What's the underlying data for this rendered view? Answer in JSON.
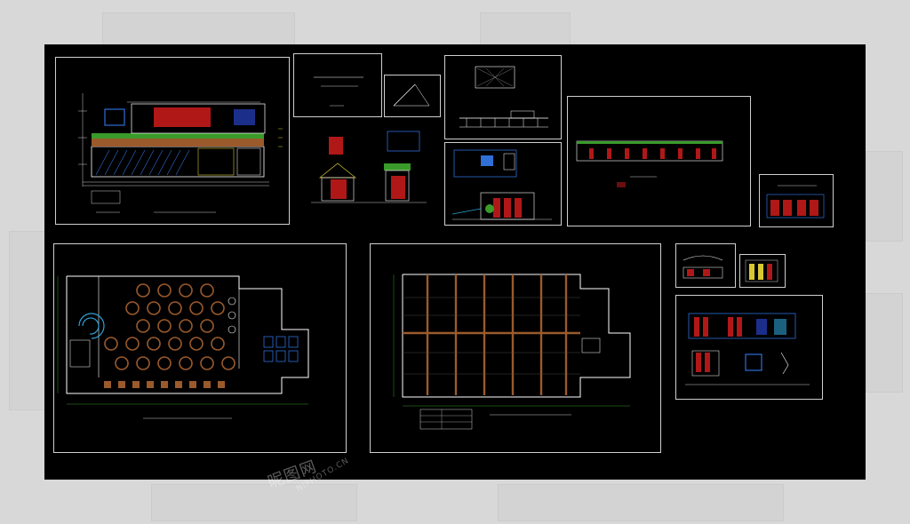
{
  "watermark": {
    "logo_text": "昵图网",
    "url_text": "NIPHOTO.CN"
  },
  "colors": {
    "canvas_bg": "#000000",
    "sheet_border": "#d0d0d0",
    "wall": "#ffffff",
    "accent_red": "#b01818",
    "accent_brown": "#9a5a2c",
    "accent_green": "#3a9a2a",
    "accent_blue": "#2f6fd6",
    "accent_magenta": "#c03090",
    "accent_yellow": "#d8c830"
  },
  "sheets": [
    {
      "id": "front-elevation",
      "kind": "elevation"
    },
    {
      "id": "title-block",
      "kind": "title"
    },
    {
      "id": "stair-detail",
      "kind": "detail"
    },
    {
      "id": "railing-detail",
      "kind": "detail"
    },
    {
      "id": "door-elevations",
      "kind": "elevation"
    },
    {
      "id": "section-detail",
      "kind": "detail"
    },
    {
      "id": "long-elevation",
      "kind": "elevation"
    },
    {
      "id": "small-elevation",
      "kind": "elevation"
    },
    {
      "id": "floor-plan-1",
      "kind": "plan"
    },
    {
      "id": "ceiling-plan",
      "kind": "plan"
    },
    {
      "id": "small-detail-a",
      "kind": "detail"
    },
    {
      "id": "small-detail-b",
      "kind": "detail"
    },
    {
      "id": "interior-elevations",
      "kind": "elevation"
    }
  ]
}
